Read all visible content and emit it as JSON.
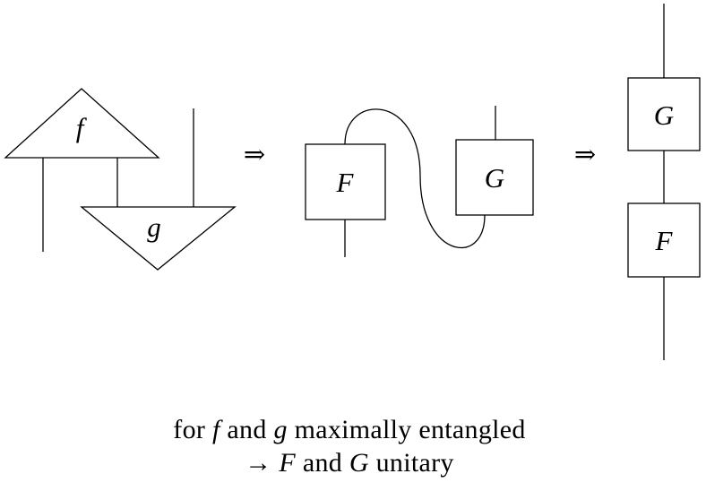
{
  "diagram": {
    "left": {
      "f_label": "f",
      "g_label": "g"
    },
    "middle": {
      "F_label": "F",
      "G_label": "G"
    },
    "right": {
      "G_label": "G",
      "F_label": "F"
    },
    "arrow1": "⇒",
    "arrow2": "⇒"
  },
  "caption": {
    "line1": {
      "seg1": "for ",
      "seg2": "f",
      "seg3": " and ",
      "seg4": "g",
      "seg5": " maximally entangled"
    },
    "line2": {
      "seg1": "→ ",
      "seg2": "F",
      "seg3": " and ",
      "seg4": "G",
      "seg5": " unitary"
    }
  },
  "colors": {
    "stroke": "#000000",
    "background": "#ffffff"
  }
}
